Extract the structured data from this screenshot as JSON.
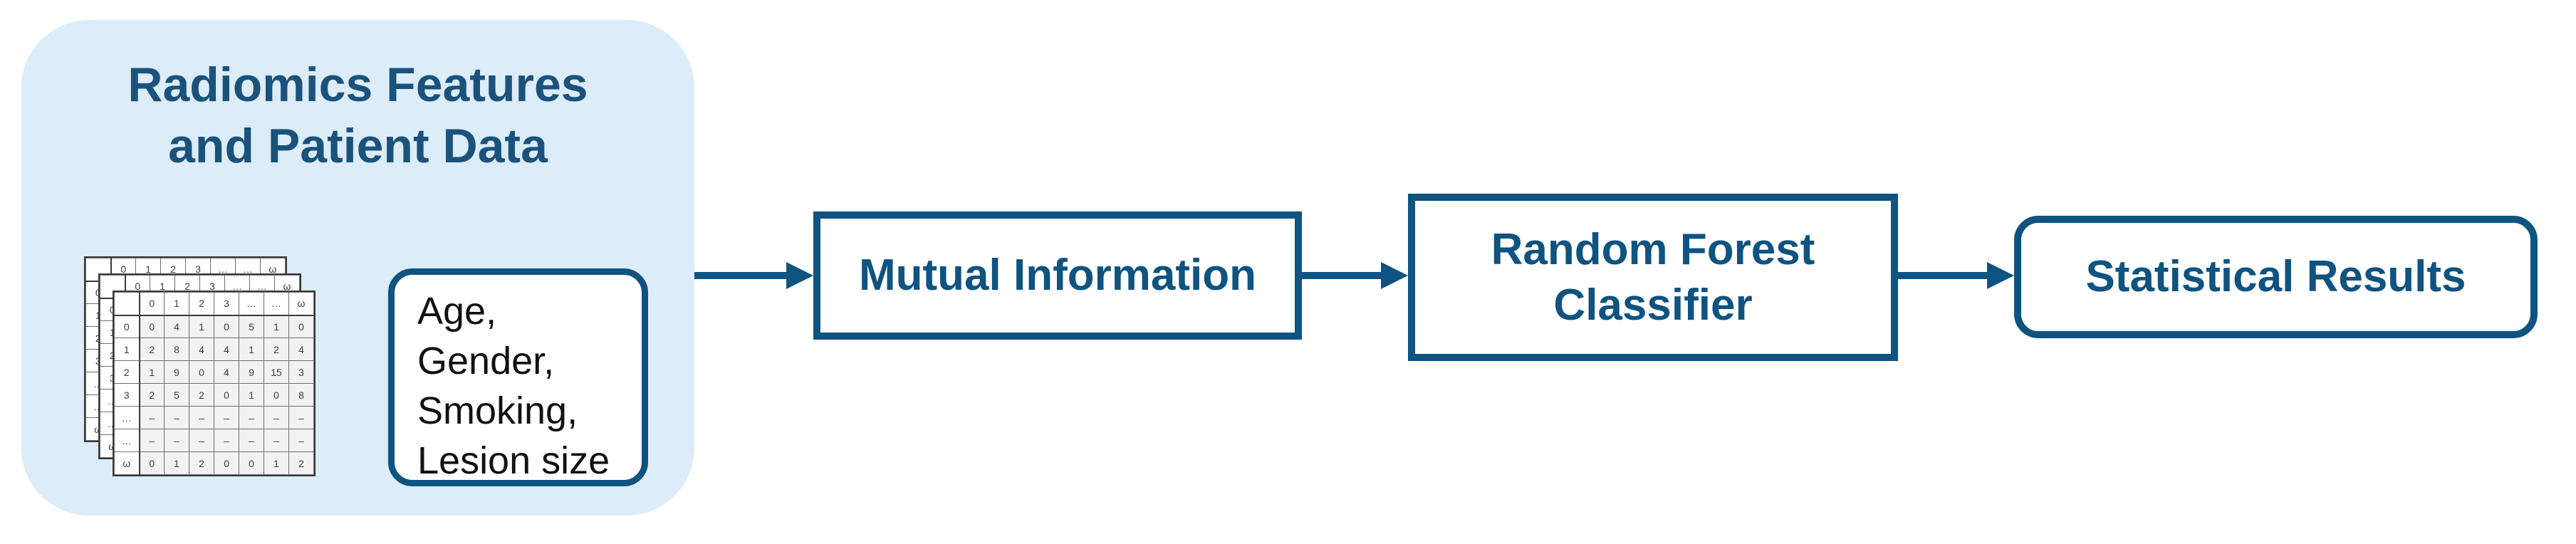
{
  "colors": {
    "accent": "#0F5380",
    "title_text": "#1A527B",
    "group_background": "#DCECF8",
    "patient_text": "#111111",
    "canvas_background": "#FFFFFF"
  },
  "group": {
    "title_line1": "Radiomics Features",
    "title_line2": "and Patient Data"
  },
  "patient_box": {
    "lines": [
      "Age,",
      "Gender,",
      "Smoking,",
      "Lesion size"
    ]
  },
  "matrix": {
    "description": "feature-matrix-stack",
    "grid": [
      [
        "",
        "0",
        "1",
        "2",
        "3",
        "…",
        "…",
        "ω"
      ],
      [
        "0",
        "0",
        "4",
        "1",
        "0",
        "5",
        "1",
        "0"
      ],
      [
        "1",
        "2",
        "8",
        "4",
        "4",
        "1",
        "2",
        "4"
      ],
      [
        "2",
        "1",
        "9",
        "0",
        "4",
        "9",
        "15",
        "3"
      ],
      [
        "3",
        "2",
        "5",
        "2",
        "0",
        "1",
        "0",
        "8"
      ],
      [
        "…",
        "–",
        "–",
        "–",
        "–",
        "–",
        "–",
        "–"
      ],
      [
        "…",
        "–",
        "–",
        "–",
        "–",
        "–",
        "–",
        "–"
      ],
      [
        "ω",
        "0",
        "1",
        "2",
        "0",
        "0",
        "1",
        "2"
      ]
    ]
  },
  "nodes": [
    {
      "id": "mutual-information",
      "label": "Mutual Information"
    },
    {
      "id": "random-forest",
      "label_line1": "Random Forest",
      "label_line2": "Classifier"
    },
    {
      "id": "statistical-results",
      "label": "Statistical Results"
    }
  ]
}
